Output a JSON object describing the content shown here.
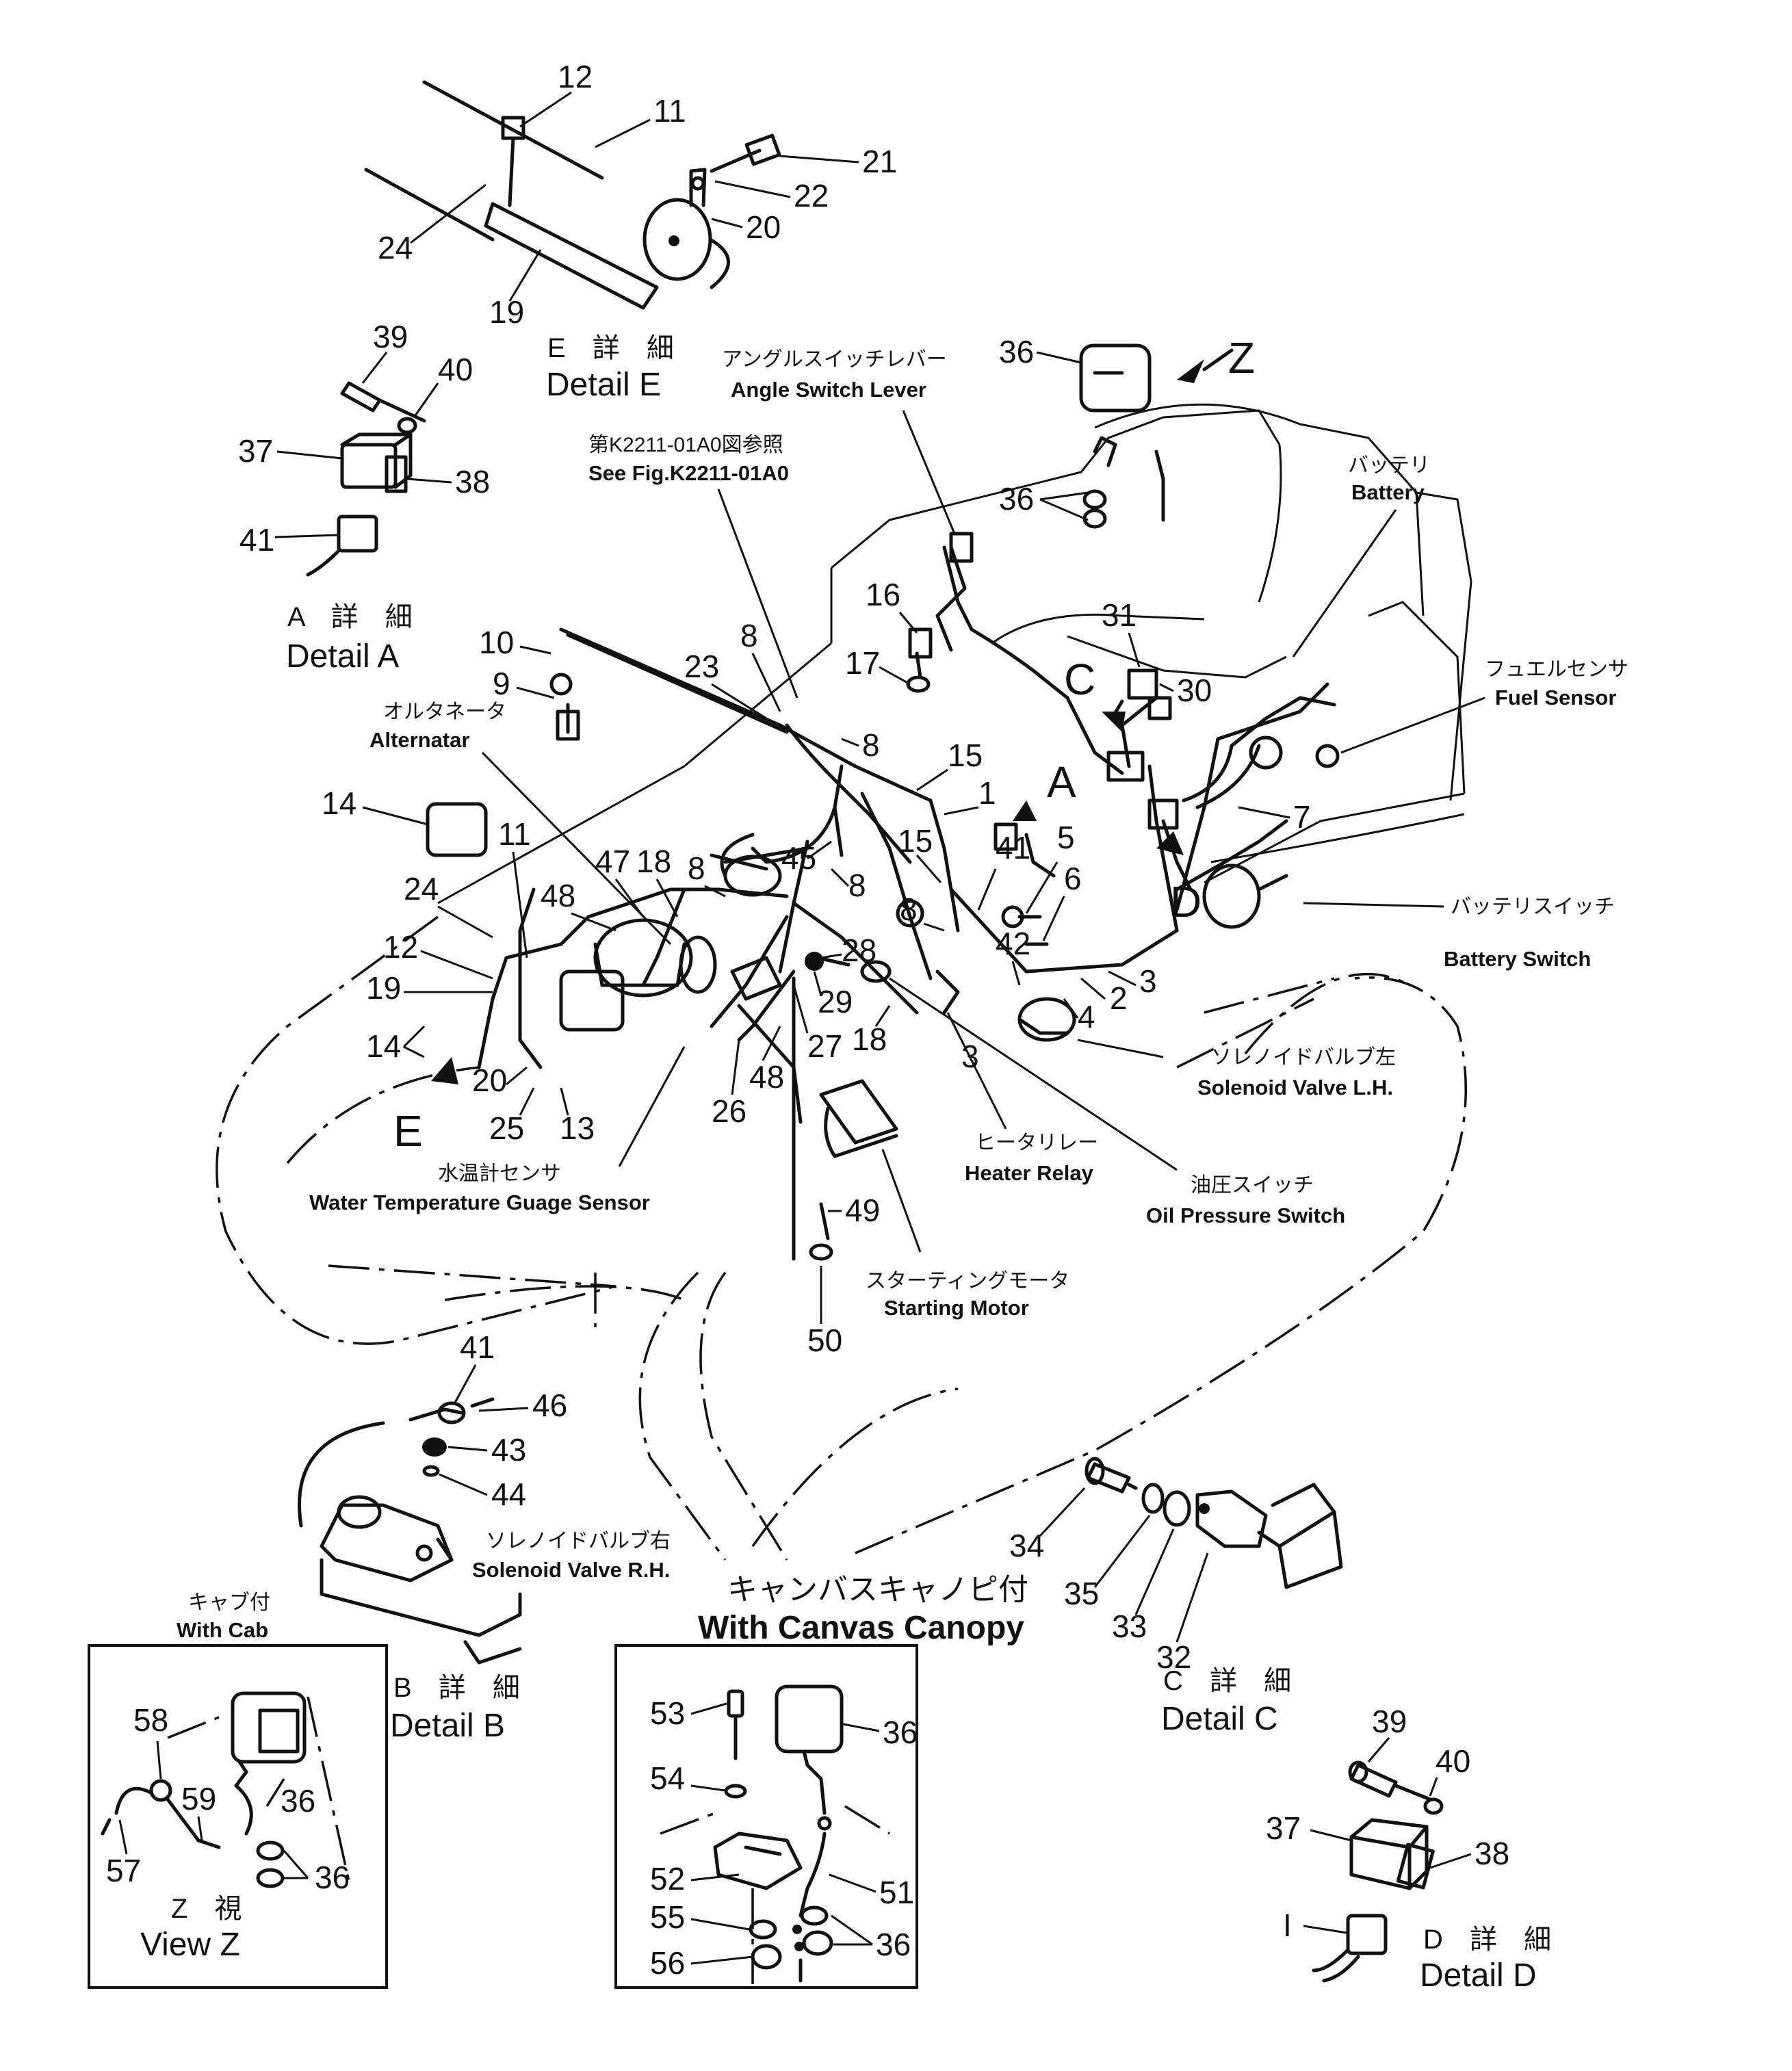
{
  "labels": {
    "angle_switch_jp": "アングルスイッチレバー",
    "angle_switch_en": "Angle Switch Lever",
    "see_fig_jp": "第K2211-01A0図参照",
    "see_fig_en": "See Fig.K2211-01A0",
    "battery_jp": "バッテリ",
    "battery_en": "Battery",
    "fuel_sensor_jp": "フュエルセンサ",
    "fuel_sensor_en": "Fuel Sensor",
    "alternator_jp": "オルタネータ",
    "alternator_en": "Alternatar",
    "battery_switch_jp": "バッテリスイッチ",
    "battery_switch_en": "Battery Switch",
    "solenoid_lh_jp": "ソレノイドバルブ左",
    "solenoid_lh_en": "Solenoid Valve L.H.",
    "water_temp_jp": "水温計センサ",
    "water_temp_en": "Water Temperature Guage Sensor",
    "heater_relay_jp": "ヒータリレー",
    "heater_relay_en": "Heater Relay",
    "oil_pressure_jp": "油圧スイッチ",
    "oil_pressure_en": "Oil Pressure Switch",
    "starting_motor_jp": "スターティングモータ",
    "starting_motor_en": "Starting Motor",
    "solenoid_rh_jp": "ソレノイドバルブ右",
    "solenoid_rh_en": "Solenoid Valve R.H.",
    "canvas_jp": "キャンバスキャノピ付",
    "canvas_en": "With Canvas Canopy",
    "with_cab_jp": "キャブ付",
    "with_cab_en": "With Cab"
  },
  "details": {
    "e_jp": "E 詳 細",
    "e_en": "Detail E",
    "a_jp": "A 詳 細",
    "a_en": "Detail A",
    "b_jp": "B 詳 細",
    "b_en": "Detail B",
    "c_jp": "C 詳 細",
    "c_en": "Detail C",
    "d_jp": "D 詳 細",
    "d_en": "Detail D",
    "z_jp": "Z 視",
    "z_en": "View Z"
  },
  "view_letters": [
    "Z",
    "C",
    "A",
    "D",
    "E"
  ],
  "callouts": {
    "detail_e": [
      "12",
      "11",
      "21",
      "22",
      "20",
      "24",
      "19"
    ],
    "detail_a": [
      "39",
      "40",
      "37",
      "38",
      "41"
    ],
    "main": [
      "36",
      "36",
      "16",
      "17",
      "10",
      "9",
      "23",
      "8",
      "8",
      "15",
      "1",
      "31",
      "30",
      "7",
      "14",
      "11",
      "45",
      "8",
      "15",
      "41",
      "5",
      "6",
      "24",
      "48",
      "47",
      "18",
      "8",
      "8",
      "28",
      "42",
      "3",
      "2",
      "4",
      "12",
      "19",
      "14",
      "20",
      "25",
      "13",
      "29",
      "27",
      "48",
      "26",
      "18",
      "3",
      "49",
      "50"
    ],
    "detail_b": [
      "41",
      "46",
      "43",
      "44"
    ],
    "detail_c": [
      "34",
      "35",
      "33",
      "32"
    ],
    "view_z": [
      "58",
      "36",
      "59",
      "57",
      "36"
    ],
    "canvas_box": [
      "53",
      "36",
      "54",
      "52",
      "51",
      "55",
      "36",
      "56"
    ],
    "detail_d": [
      "39",
      "40",
      "37",
      "38",
      "I"
    ]
  }
}
